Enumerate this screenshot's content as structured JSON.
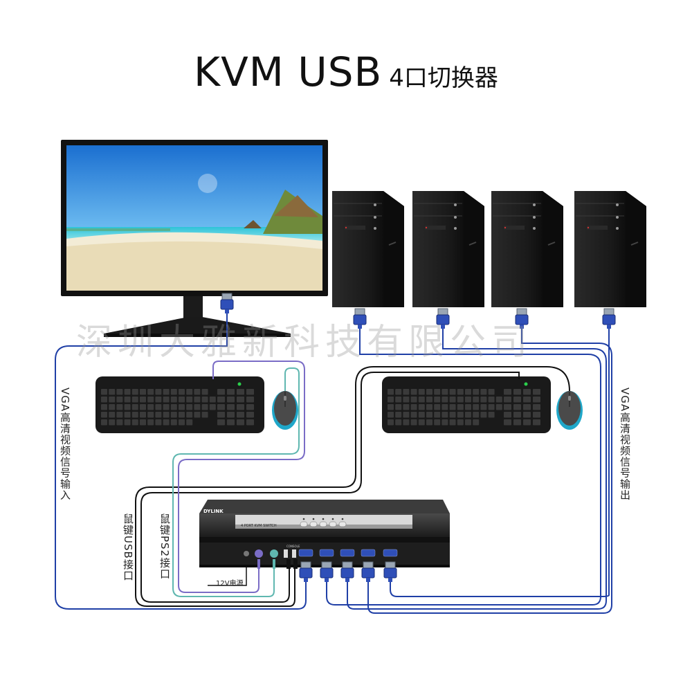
{
  "title": {
    "main": "KVM USB",
    "sub": "4口切换器"
  },
  "labels": {
    "vga_input": "VGA高清视频信号输入",
    "vga_output": "VGA高清视频信号输出",
    "usb_port": "鼠键USB接口",
    "ps2_port": "鼠键PS2接口",
    "power": "12V电源"
  },
  "switch": {
    "brand": "DYLINK",
    "model": "4 PORT KVM SWITCH",
    "console_label": "CONSOLE"
  },
  "watermark": "深圳大雅新科技有限公司",
  "icons": [
    "monitor-icon",
    "computer-tower-icon",
    "keyboard-icon",
    "mouse-icon",
    "vga-connector-icon",
    "kvm-switch-icon"
  ],
  "colors": {
    "vga_cable": "#1f3fa6",
    "usb_cable": "#111111",
    "ps2_keyboard_cable": "#7a6cc6",
    "ps2_mouse_cable": "#5fb7b0",
    "tower": "#1c1c1c",
    "mouse_accent": "#1fa7c9"
  }
}
